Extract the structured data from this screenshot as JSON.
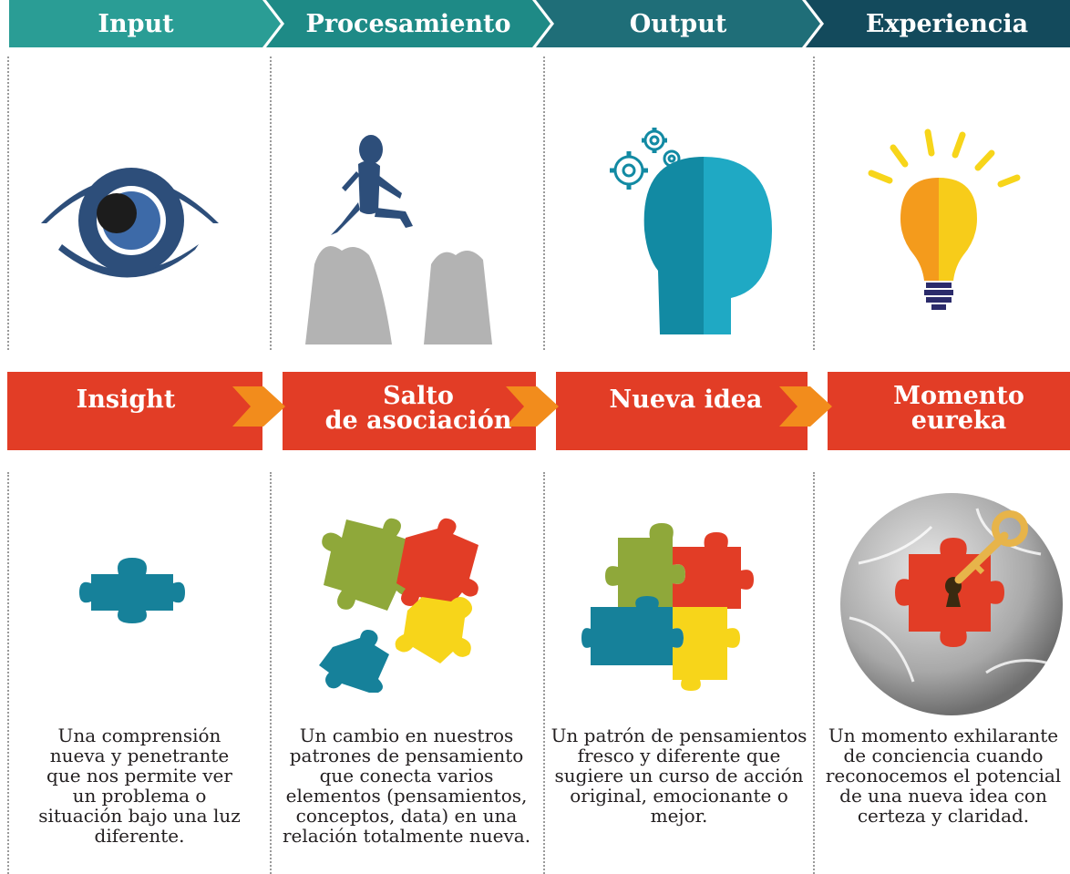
{
  "stages": [
    {
      "header": "Input",
      "label": "Insight",
      "label_line2": "",
      "description": "Una comprensión nueva y penetrante que nos permite ver un problema o situación bajo una luz diferente."
    },
    {
      "header": "Procesamiento",
      "label": "Salto",
      "label_line2": "de asociación",
      "description": "Un cambio en nuestros patrones de pensamiento que conecta varios elementos (pensamientos, conceptos, data) en una relación totalmente nueva."
    },
    {
      "header": "Output",
      "label": "Nueva idea",
      "label_line2": "",
      "description": "Un patrón de pensamientos fresco y diferente que sugiere un curso de acción original, emocionante o mejor."
    },
    {
      "header": "Experiencia",
      "label": "Momento",
      "label_line2": "eureka",
      "description": "Un momento exhilarante de conciencia cuando reconocemos el potencial de una nueva idea con certeza y claridad."
    }
  ],
  "icons": [
    "eye-icon",
    "leaping-figure-icon",
    "head-gears-icon",
    "lightbulb-icon",
    "puzzle-piece-icon",
    "puzzle-pieces-scattered-icon",
    "puzzle-assembled-icon",
    "puzzle-key-sphere-icon"
  ],
  "colors": {
    "header_1": "#2a9d95",
    "header_2": "#1e8a86",
    "header_3": "#1f6e78",
    "header_4": "#134a5c",
    "band_red": "#e23d26",
    "arrow_orange": "#f28c1c",
    "teal_blue": "#16819a",
    "dark_blue": "#2d4e7a"
  }
}
